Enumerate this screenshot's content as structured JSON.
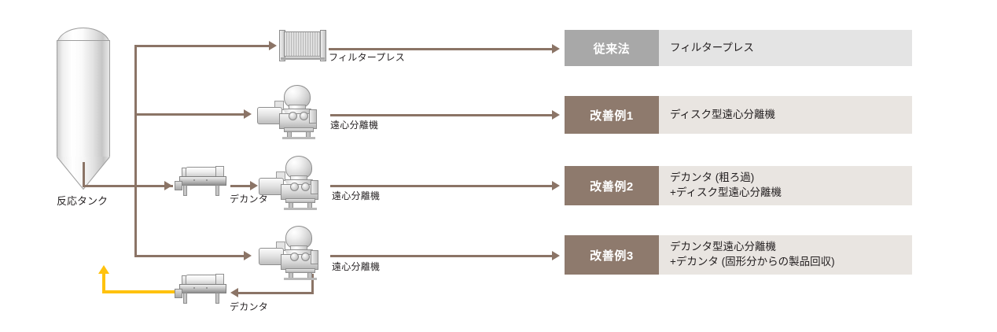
{
  "diagram": {
    "tank": {
      "label": "反応タンク",
      "name": "reaction-tank"
    },
    "equipment_labels": {
      "filter_press": "フィルタープレス",
      "centrifuge": "遠心分離機",
      "decanter": "デカンタ"
    },
    "nodes": [
      {
        "id": "filter-press-row1",
        "type": "filter-press",
        "label": "フィルタープレス"
      },
      {
        "id": "centrifuge-row2",
        "type": "disc-centrifuge",
        "label": "遠心分離機"
      },
      {
        "id": "decanter-row3",
        "type": "decanter",
        "label": "デカンタ"
      },
      {
        "id": "centrifuge-row3",
        "type": "disc-centrifuge",
        "label": "遠心分離機"
      },
      {
        "id": "centrifuge-row4",
        "type": "disc-centrifuge",
        "label": "遠心分離機"
      },
      {
        "id": "decanter-recycle",
        "type": "decanter",
        "label": "デカンタ"
      }
    ],
    "colors": {
      "flow_line": "#8b7466",
      "recycle_line": "#ffc20e",
      "header_gray": "#a8a8a8",
      "header_brown": "#8e7a6d",
      "body_gray": "#e4e4e4",
      "body_beige": "#e9e5e1"
    }
  },
  "legend": {
    "rows": [
      {
        "category": "従来法",
        "cat_color": "#a8a8a8",
        "body_color": "#e4e4e4",
        "lines": [
          "フィルタープレス"
        ]
      },
      {
        "category": "改善例1",
        "cat_color": "#8e7a6d",
        "body_color": "#e9e5e1",
        "lines": [
          "ディスク型遠心分離機"
        ]
      },
      {
        "category": "改善例2",
        "cat_color": "#8e7a6d",
        "body_color": "#e9e5e1",
        "lines": [
          "デカンタ (粗ろ過)",
          "+ディスク型遠心分離機"
        ]
      },
      {
        "category": "改善例3",
        "cat_color": "#8e7a6d",
        "body_color": "#e9e5e1",
        "lines": [
          "デカンタ型遠心分離機",
          "+デカンタ (固形分からの製品回収)"
        ]
      }
    ]
  }
}
